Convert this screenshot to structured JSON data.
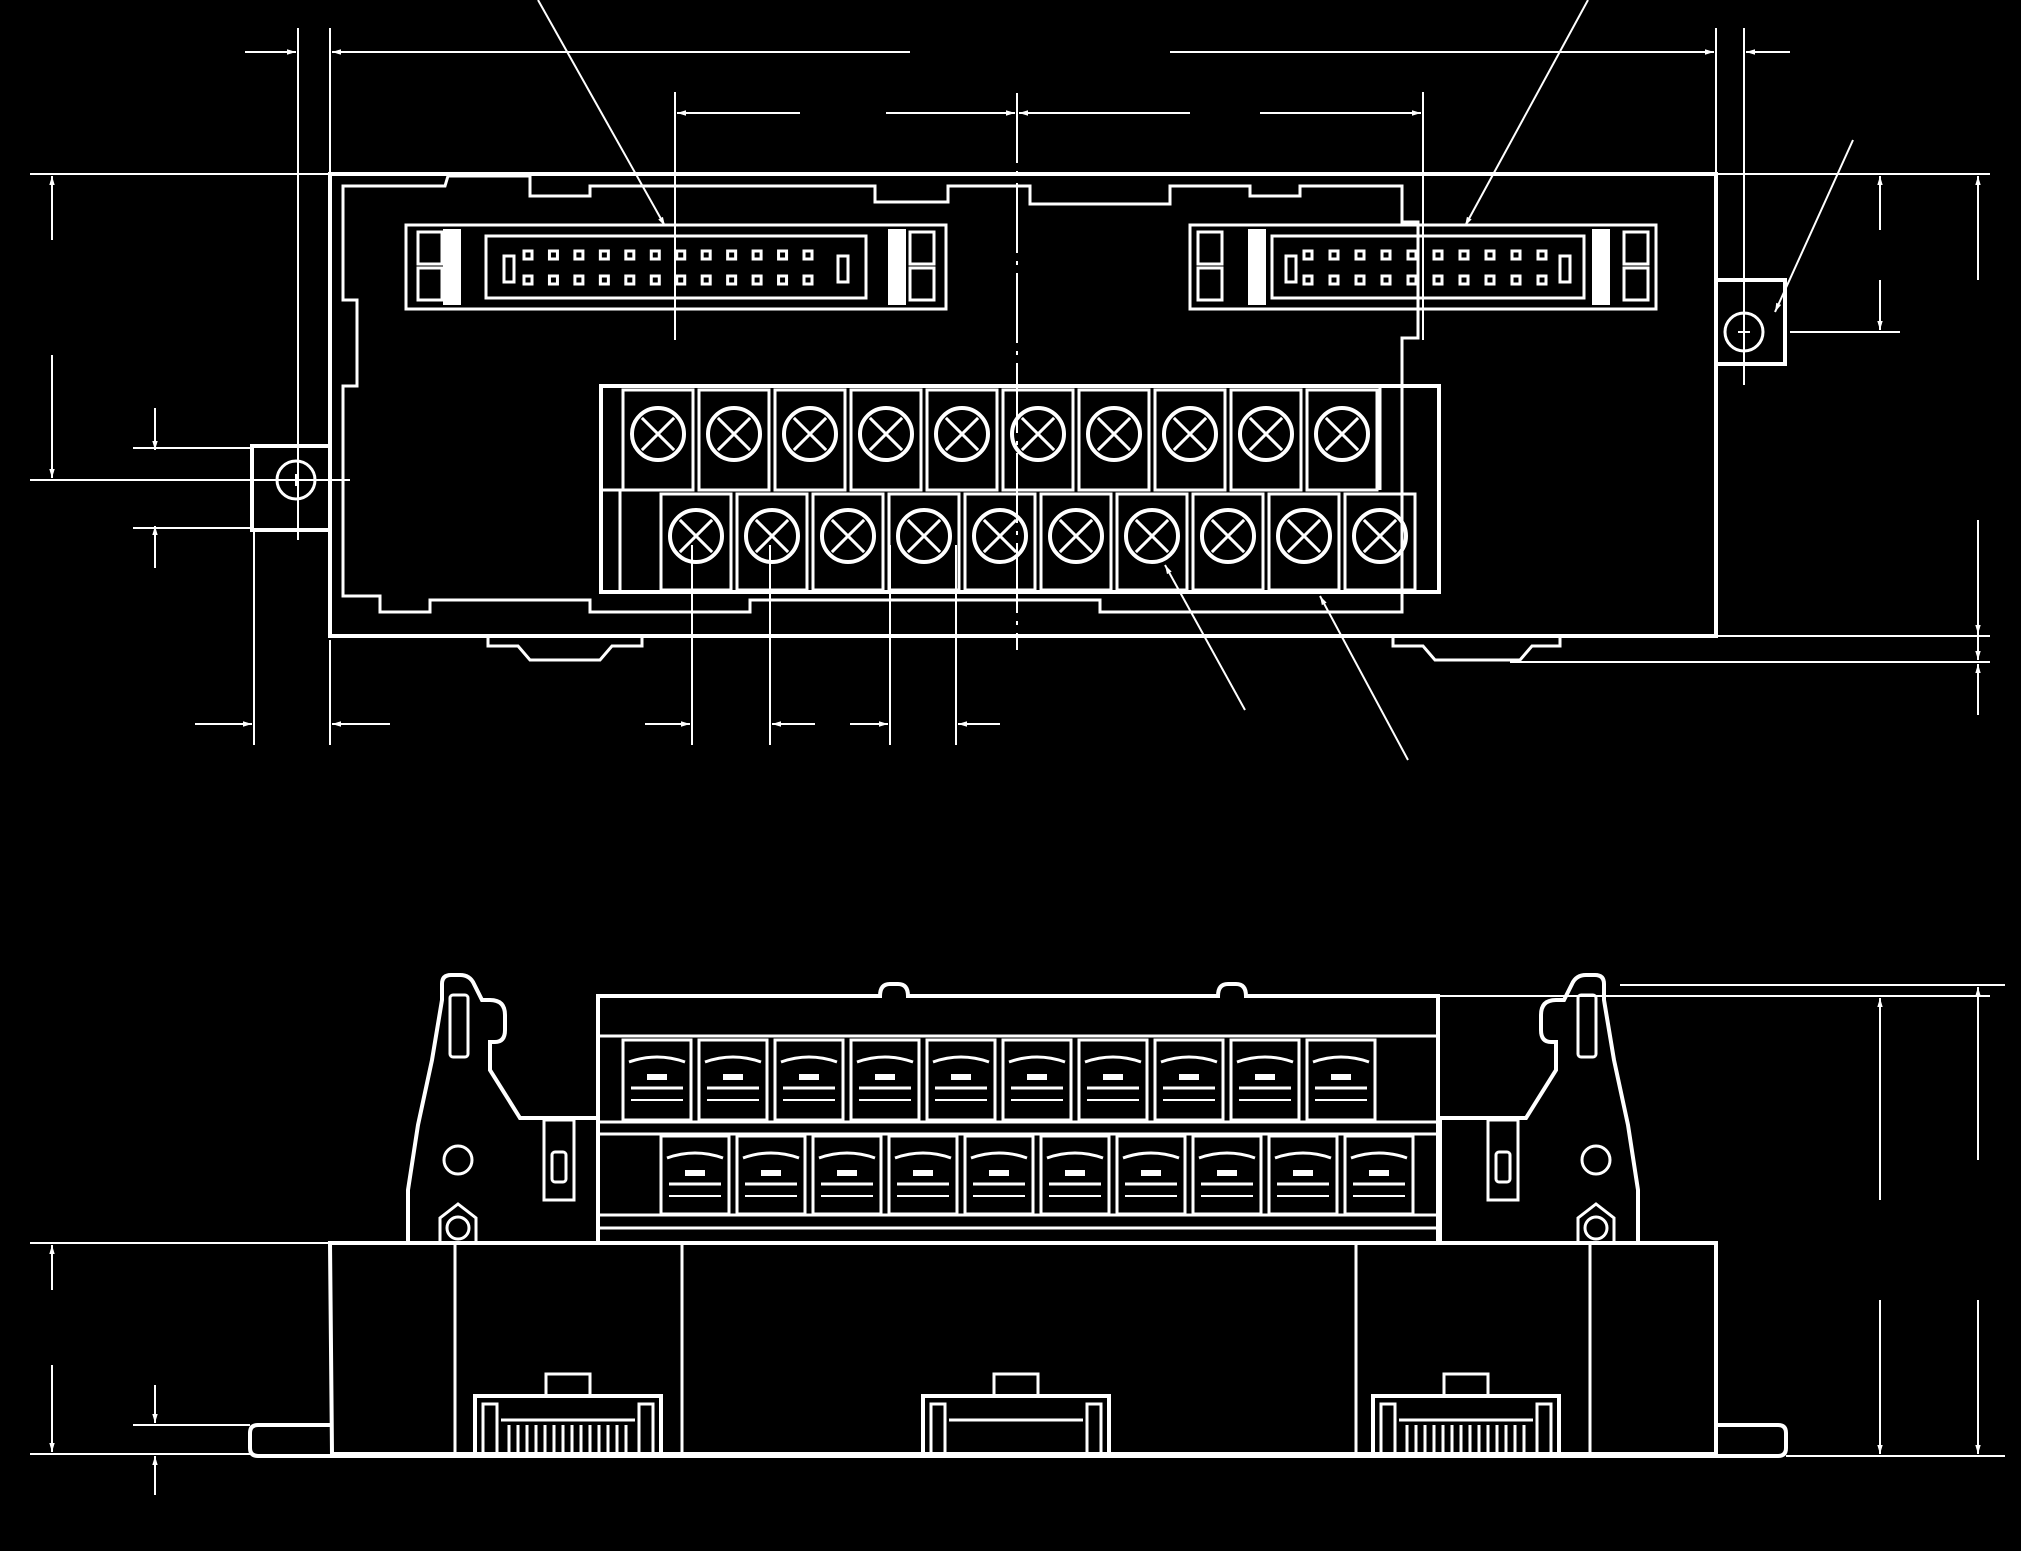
{
  "colors": {
    "background": "#000000",
    "line": "#ffffff"
  },
  "top_view": {
    "connectors": [
      {
        "pin_rows": 2,
        "pins_per_row": 12
      },
      {
        "pin_rows": 2,
        "pins_per_row": 10
      }
    ],
    "terminal_rows": [
      {
        "screws": 10
      },
      {
        "screws": 10
      }
    ]
  },
  "front_view": {
    "terminal_rows": [
      {
        "cells": 10
      },
      {
        "cells": 10
      }
    ],
    "bottom_clips": 3
  }
}
